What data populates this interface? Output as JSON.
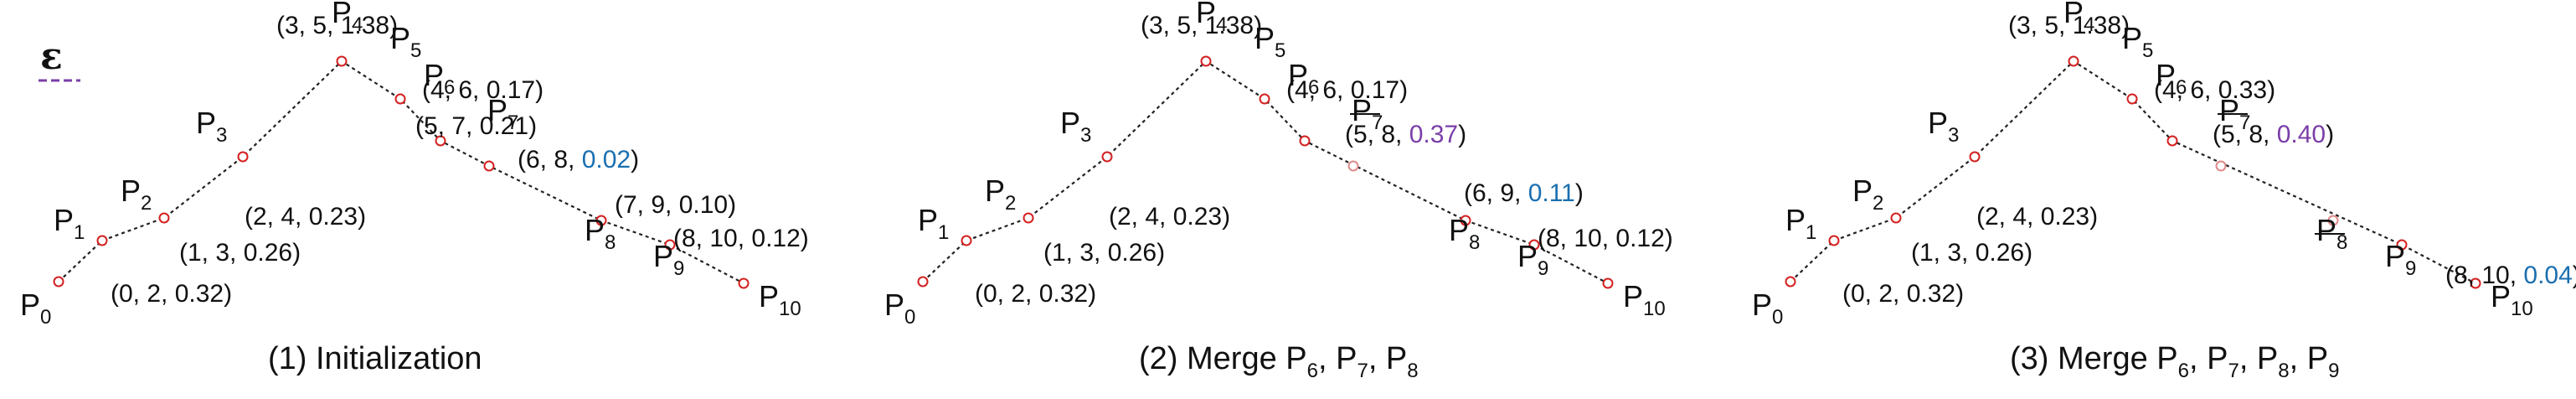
{
  "legend": {
    "symbol": "ε",
    "color": "#7a3ea8"
  },
  "colors": {
    "text": "#111111",
    "merged": "#7a3ea8",
    "low": "#1a6fb0",
    "node": "#d42020"
  },
  "panels": [
    {
      "caption": {
        "text": "(1) Initialization",
        "sub": []
      },
      "points": [
        {
          "name": "P",
          "idx": "0"
        },
        {
          "name": "P",
          "idx": "1"
        },
        {
          "name": "P",
          "idx": "2"
        },
        {
          "name": "P",
          "idx": "3"
        },
        {
          "name": "P",
          "idx": "4"
        },
        {
          "name": "P",
          "idx": "5"
        },
        {
          "name": "P",
          "idx": "6"
        },
        {
          "name": "P",
          "idx": "7"
        },
        {
          "name": "P",
          "idx": "8"
        },
        {
          "name": "P",
          "idx": "9"
        },
        {
          "name": "P",
          "idx": "10"
        }
      ],
      "segments": [
        {
          "pre": "(0, 2, ",
          "val": "0.32",
          "post": ")",
          "color": "text"
        },
        {
          "pre": "(1, 3, ",
          "val": "0.26",
          "post": ")",
          "color": "text"
        },
        {
          "pre": "(2, 4, ",
          "val": "0.23",
          "post": ")",
          "color": "text"
        },
        {
          "pre": "(3, 5, ",
          "val": "1.38",
          "post": ")",
          "color": "text"
        },
        {
          "pre": "(4, 6, ",
          "val": "0.17",
          "post": ")",
          "color": "text"
        },
        {
          "pre": "(5, 7, ",
          "val": "0.21",
          "post": ")",
          "color": "text"
        },
        {
          "pre": "(6, 8, ",
          "val": "0.02",
          "post": ")",
          "color": "low"
        },
        {
          "pre": "(7, 9, ",
          "val": "0.10",
          "post": ")",
          "color": "text"
        },
        {
          "pre": "(8, 10, ",
          "val": "0.12",
          "post": ")",
          "color": "text"
        }
      ]
    },
    {
      "caption": {
        "text": "(2) Merge P",
        "sub": [
          "6",
          "7",
          "8"
        ]
      },
      "points": [
        {
          "name": "P",
          "idx": "0"
        },
        {
          "name": "P",
          "idx": "1"
        },
        {
          "name": "P",
          "idx": "2"
        },
        {
          "name": "P",
          "idx": "3"
        },
        {
          "name": "P",
          "idx": "4"
        },
        {
          "name": "P",
          "idx": "5"
        },
        {
          "name": "P",
          "idx": "6"
        },
        {
          "name": "P",
          "idx": "7",
          "removed": true
        },
        {
          "name": "P",
          "idx": "8"
        },
        {
          "name": "P",
          "idx": "9"
        },
        {
          "name": "P",
          "idx": "10"
        }
      ],
      "segments": [
        {
          "pre": "(0, 2, ",
          "val": "0.32",
          "post": ")",
          "color": "text"
        },
        {
          "pre": "(1, 3, ",
          "val": "0.26",
          "post": ")",
          "color": "text"
        },
        {
          "pre": "(2, 4, ",
          "val": "0.23",
          "post": ")",
          "color": "text"
        },
        {
          "pre": "(3, 5, ",
          "val": "1.38",
          "post": ")",
          "color": "text"
        },
        {
          "pre": "(4, 6, ",
          "val": "0.17",
          "post": ")",
          "color": "text"
        },
        {
          "pre": "(5, 8, ",
          "val": "0.37",
          "post": ")",
          "color": "merged"
        },
        {
          "pre": "(6, 9, ",
          "val": "0.11",
          "post": ")",
          "color": "merged",
          "valColor": "low"
        },
        {
          "pre": "(8, 10, ",
          "val": "0.12",
          "post": ")",
          "color": "text"
        }
      ]
    },
    {
      "caption": {
        "text": "(3) Merge P",
        "sub": [
          "6",
          "7",
          "8",
          "9"
        ]
      },
      "points": [
        {
          "name": "P",
          "idx": "0"
        },
        {
          "name": "P",
          "idx": "1"
        },
        {
          "name": "P",
          "idx": "2"
        },
        {
          "name": "P",
          "idx": "3"
        },
        {
          "name": "P",
          "idx": "4"
        },
        {
          "name": "P",
          "idx": "5"
        },
        {
          "name": "P",
          "idx": "6"
        },
        {
          "name": "P",
          "idx": "7",
          "removed": true
        },
        {
          "name": "P",
          "idx": "8",
          "removed": true
        },
        {
          "name": "P",
          "idx": "9"
        },
        {
          "name": "P",
          "idx": "10"
        }
      ],
      "segments": [
        {
          "pre": "(0, 2, ",
          "val": "0.32",
          "post": ")",
          "color": "text"
        },
        {
          "pre": "(1, 3, ",
          "val": "0.26",
          "post": ")",
          "color": "text"
        },
        {
          "pre": "(2, 4, ",
          "val": "0.23",
          "post": ")",
          "color": "text"
        },
        {
          "pre": "(3, 5, ",
          "val": "1.38",
          "post": ")",
          "color": "text"
        },
        {
          "pre": "(4, 6, ",
          "val": "0.33",
          "post": ")",
          "color": "text"
        },
        {
          "pre": "(5, 8, ",
          "val": "0.40",
          "post": ")",
          "color": "merged"
        },
        {
          "pre": "(8, 10, ",
          "val": "0.04",
          "post": ")",
          "color": "merged",
          "valColor": "low"
        }
      ]
    }
  ]
}
